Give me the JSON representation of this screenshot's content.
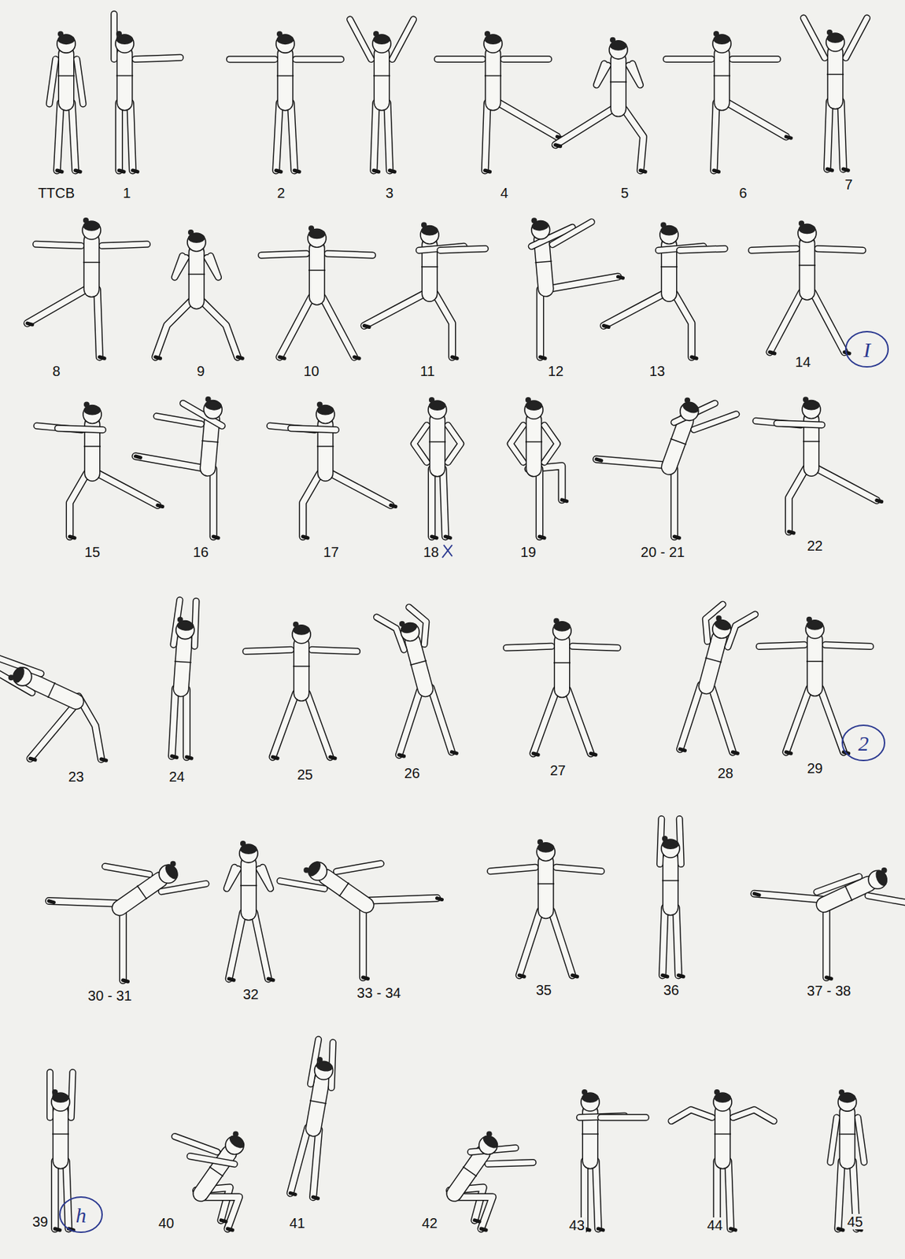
{
  "diagram": {
    "labels": [
      "TTCB",
      "1",
      "2",
      "3",
      "4",
      "5",
      "6",
      "7",
      "8",
      "9",
      "10",
      "11",
      "12",
      "13",
      "14",
      "I",
      "15",
      "16",
      "17",
      "18",
      "19",
      "20 - 21",
      "22",
      "23",
      "24",
      "25",
      "26",
      "27",
      "28",
      "29",
      "2",
      "30 - 31",
      "32",
      "33 - 34",
      "35",
      "36",
      "37 - 38",
      "39",
      "h",
      "40",
      "41",
      "42",
      "43",
      "44",
      "45"
    ]
  }
}
